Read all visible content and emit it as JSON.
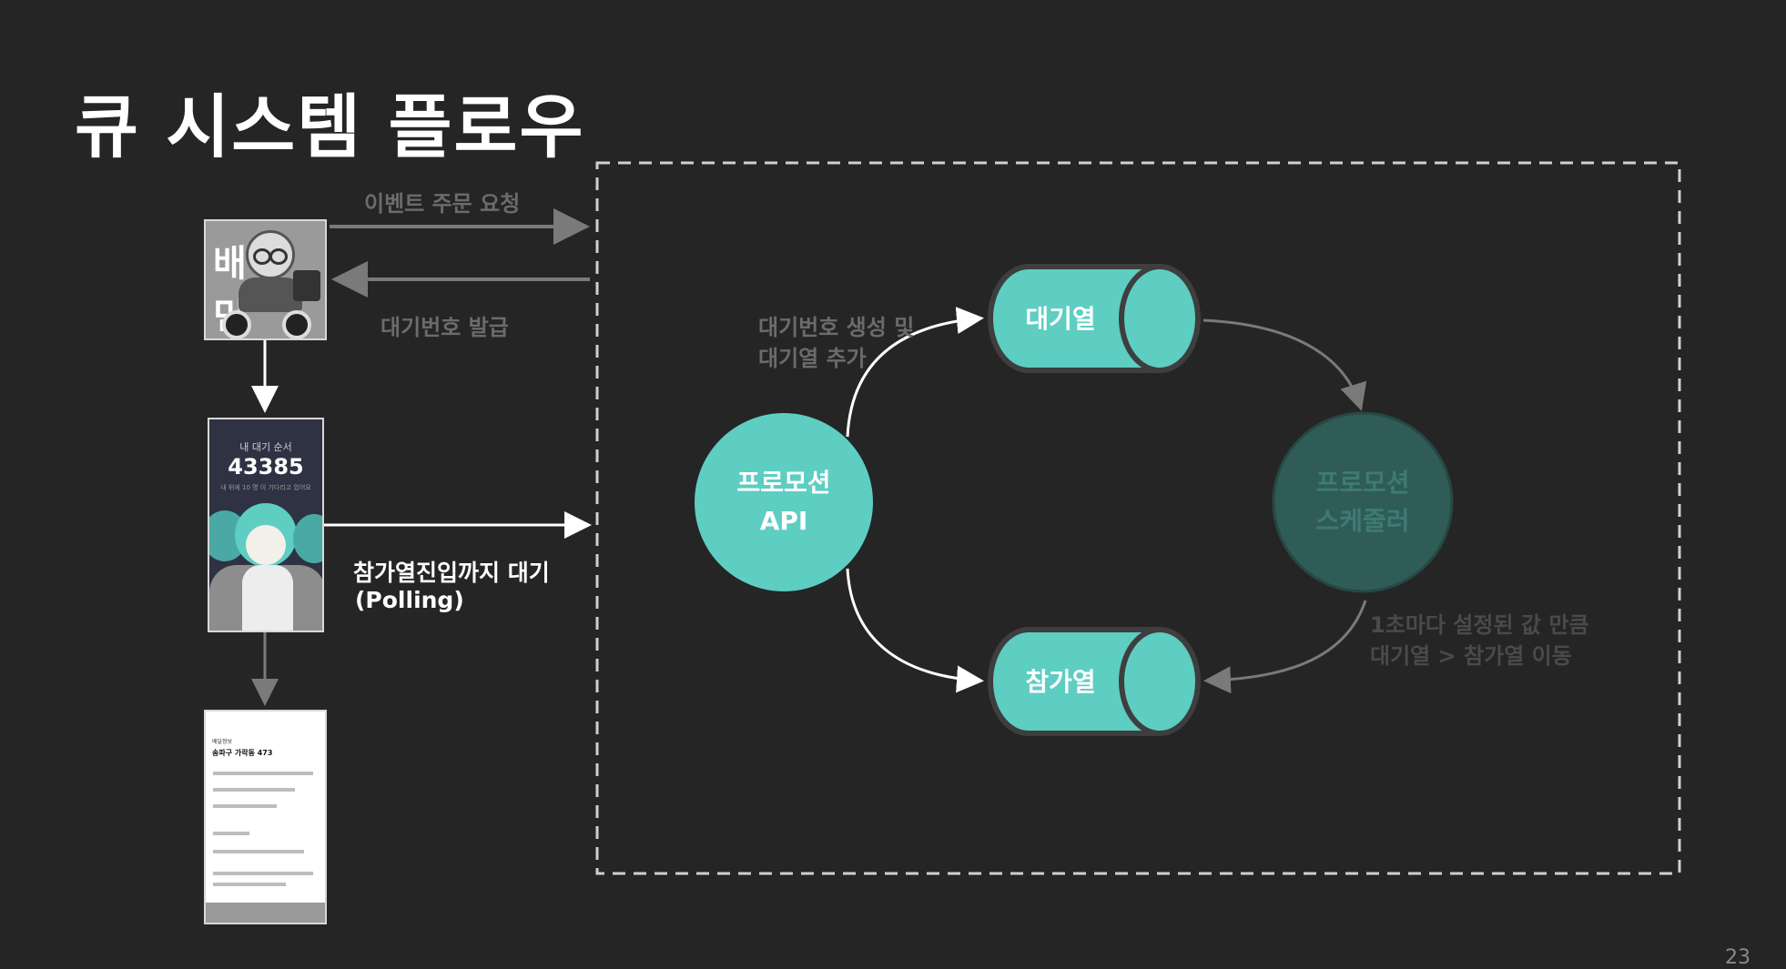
{
  "title": "큐 시스템 플로우",
  "labels": {
    "event_order_request": "이벤트 주문 요청",
    "queue_number_issue": "대기번호 발급",
    "wait_until_enter": "참가열진입까지 대기",
    "polling": "(Polling)",
    "create_queue_number": "대기번호 생성 및",
    "add_to_queue": "대기열 추가",
    "every_second": "1초마다 설정된 값 만큼",
    "queue_to_participant": "대기열 > 참가열 이동"
  },
  "nodes": {
    "promotion_api_line1": "프로모션",
    "promotion_api_line2": "API",
    "waiting_queue": "대기열",
    "participant_queue": "참가열",
    "scheduler_line1": "프로모션",
    "scheduler_line2": "스케줄러"
  },
  "thumbnails": {
    "baemin_logo": "배 민",
    "queue_screen_label": "내 대기 순서",
    "queue_number": "43385",
    "queue_screen_note": "내 뒤에 10 명 이 기다리고 있어요",
    "order_screen_label": "배달정보",
    "order_screen_address": "송파구 가락동 473"
  },
  "page_number": "23",
  "colors": {
    "background": "#252525",
    "teal": "#5ecdc2",
    "teal_dim": "#2f5c57",
    "arrow_white": "#ffffff",
    "arrow_gray": "#7a7a7a",
    "dashed_border": "#d0d0d0"
  }
}
